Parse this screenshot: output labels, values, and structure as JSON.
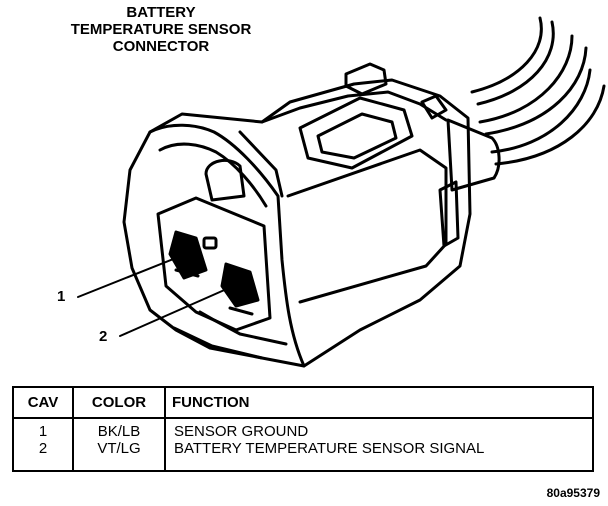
{
  "title": {
    "line1": "BATTERY",
    "line2": "TEMPERATURE SENSOR",
    "line3": "CONNECTOR"
  },
  "callouts": [
    {
      "label": "1"
    },
    {
      "label": "2"
    }
  ],
  "table": {
    "headers": [
      "CAV",
      "COLOR",
      "FUNCTION"
    ],
    "rows": [
      {
        "cav": "1",
        "color": "BK/LB",
        "function": "SENSOR GROUND"
      },
      {
        "cav": "2",
        "color": "VT/LG",
        "function": "BATTERY TEMPERATURE SENSOR SIGNAL"
      }
    ]
  },
  "figure_ref": "80a95379"
}
